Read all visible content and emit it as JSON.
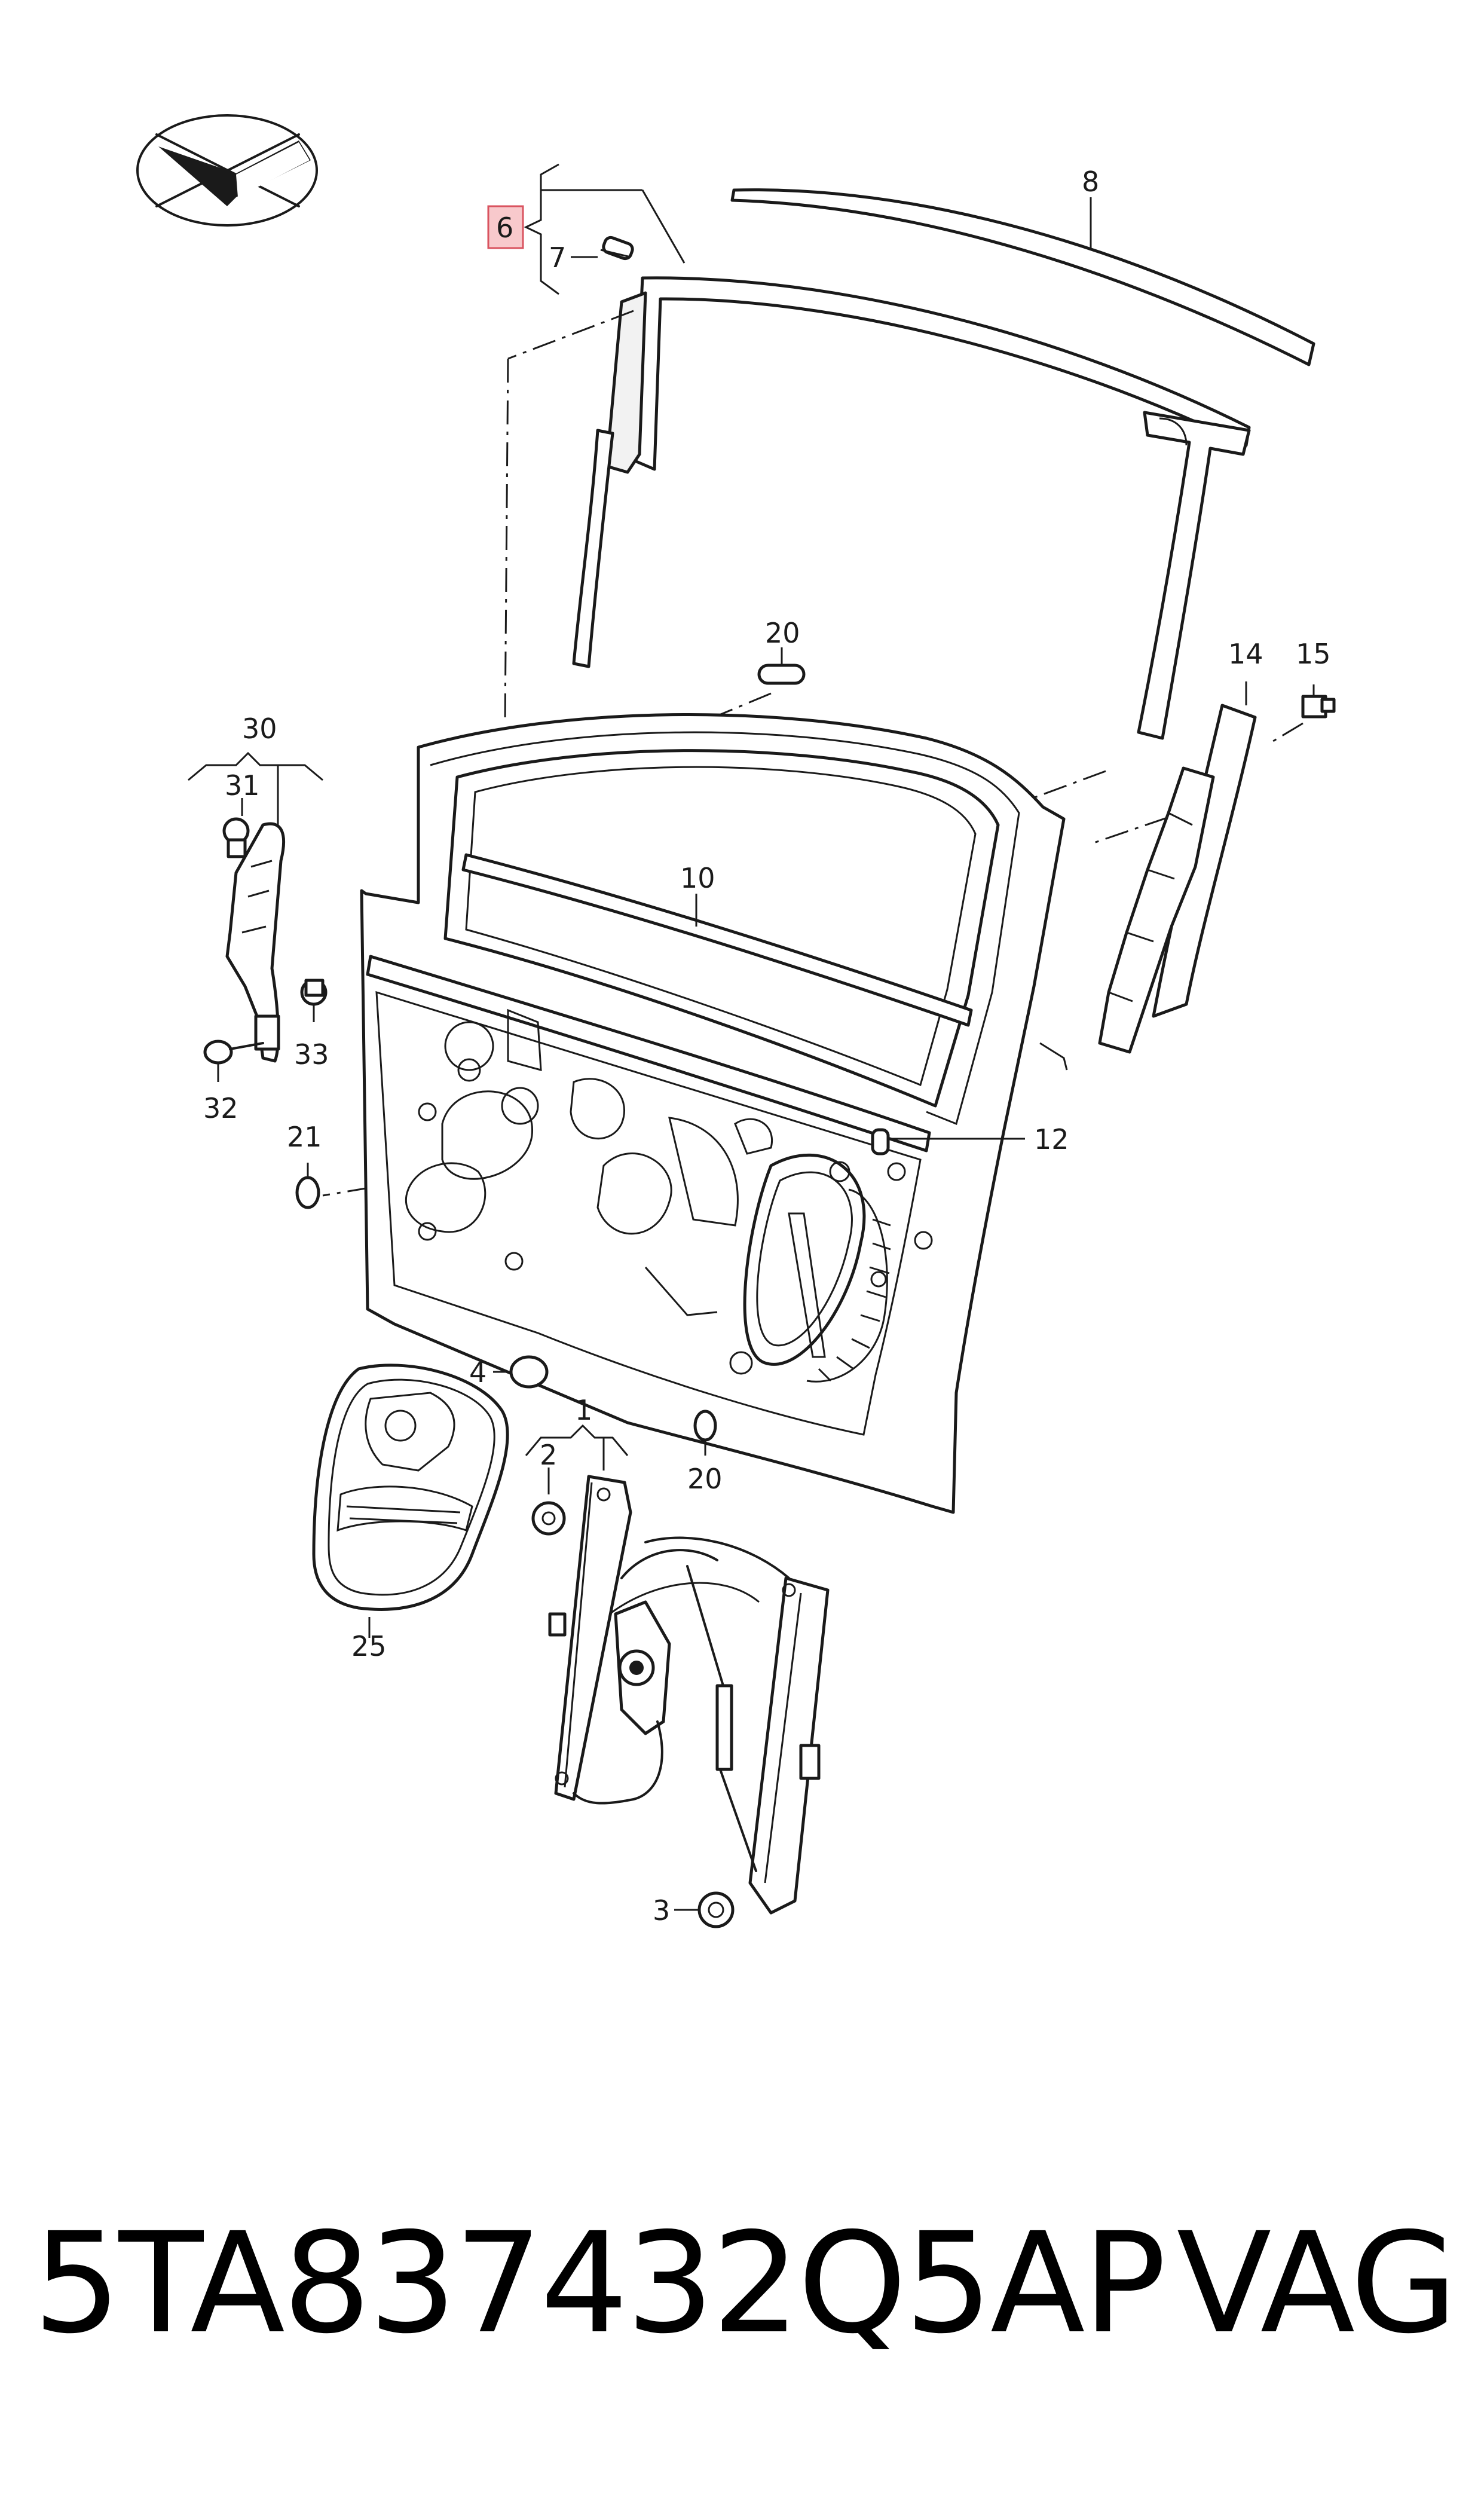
{
  "diagram": {
    "callouts": [
      {
        "id": "c1",
        "text": "1"
      },
      {
        "id": "c2",
        "text": "2"
      },
      {
        "id": "c3",
        "text": "3"
      },
      {
        "id": "c4",
        "text": "4"
      },
      {
        "id": "c6",
        "text": "6"
      },
      {
        "id": "c7",
        "text": "7"
      },
      {
        "id": "c8",
        "text": "8"
      },
      {
        "id": "c10",
        "text": "10"
      },
      {
        "id": "c12",
        "text": "12"
      },
      {
        "id": "c14",
        "text": "14"
      },
      {
        "id": "c15",
        "text": "15"
      },
      {
        "id": "c20a",
        "text": "20"
      },
      {
        "id": "c20b",
        "text": "20"
      },
      {
        "id": "c21",
        "text": "21"
      },
      {
        "id": "c25",
        "text": "25"
      },
      {
        "id": "c30",
        "text": "30"
      },
      {
        "id": "c31",
        "text": "31"
      },
      {
        "id": "c32",
        "text": "32"
      },
      {
        "id": "c33",
        "text": "33"
      }
    ],
    "highlight_color": "#f8c9cc",
    "highlight_border": "#d9535f"
  },
  "caption": {
    "part_number": "5TA837432Q5AP",
    "brand": "VAG"
  }
}
